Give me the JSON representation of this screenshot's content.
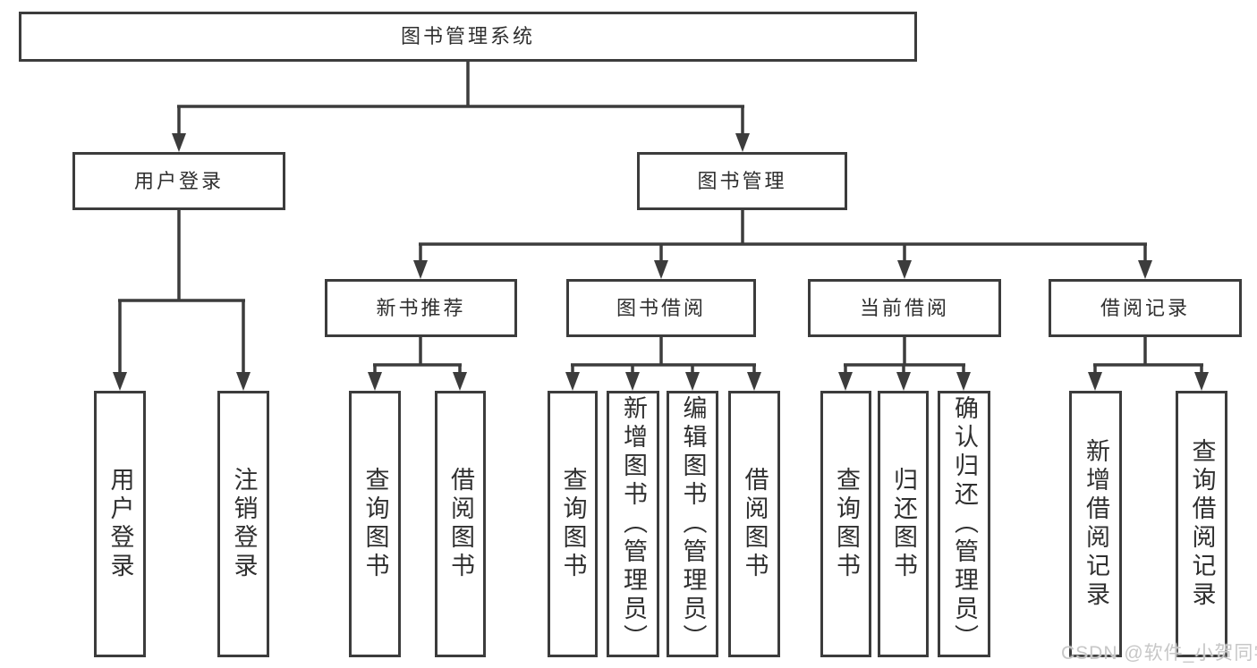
{
  "tree": {
    "root": "图书管理系统",
    "children": [
      {
        "label": "用户登录",
        "children": [
          "用户登录",
          "注销登录"
        ]
      },
      {
        "label": "图书管理",
        "children": [
          {
            "label": "新书推荐",
            "children": [
              "查询图书",
              "借阅图书"
            ]
          },
          {
            "label": "图书借阅",
            "children": [
              "查询图书",
              "新增图书（管理员）",
              "编辑图书（管理员）",
              "借阅图书"
            ]
          },
          {
            "label": "当前借阅",
            "children": [
              "查询图书",
              "归还图书",
              "确认归还（管理员）"
            ]
          },
          {
            "label": "借阅记录",
            "children": [
              "新增借阅记录",
              "查询借阅记录"
            ]
          }
        ]
      }
    ]
  },
  "watermark": {
    "text": "CSDN @软件_小贺同学"
  },
  "colors": {
    "line": "#3c3c3c",
    "text": "#2f2f2f",
    "watermark": "#c7c7c7",
    "background": "#ffffff"
  }
}
